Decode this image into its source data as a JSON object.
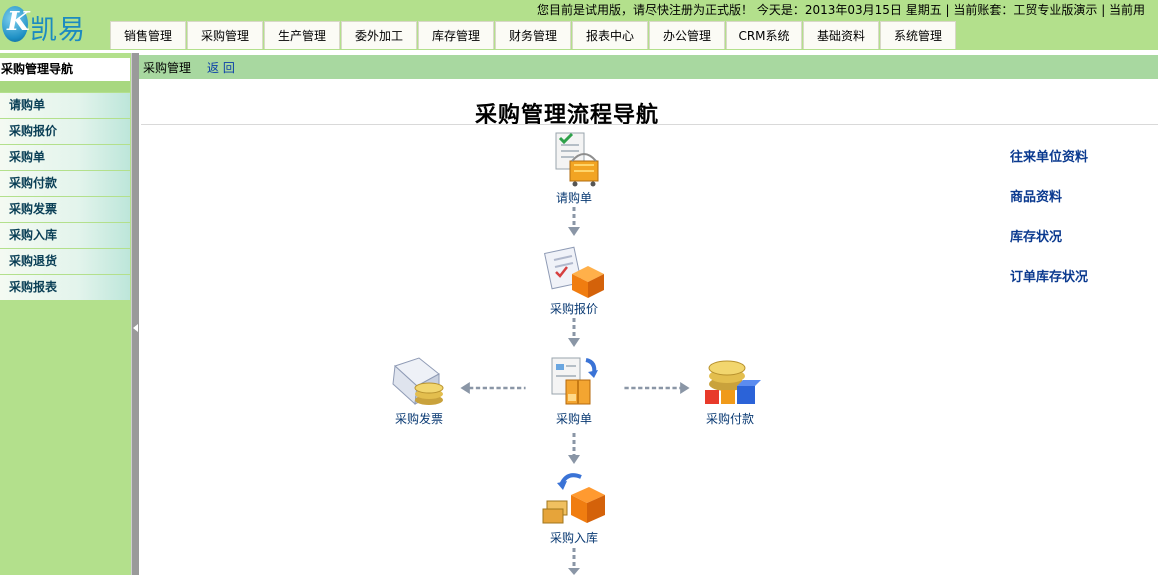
{
  "app": {
    "logo_letter": "K",
    "logo_text": "凯易通",
    "status_line": "您目前是试用版，请尽快注册为正式版！ 今天是：2013年03月15日  星期五   | 当前账套：工贸专业版演示  | 当前用"
  },
  "nav": {
    "tabs": [
      "销售管理",
      "采购管理",
      "生产管理",
      "委外加工",
      "库存管理",
      "财务管理",
      "报表中心",
      "办公管理",
      "CRM系统",
      "基础资料",
      "系统管理"
    ]
  },
  "sidebar": {
    "title": "采购管理导航",
    "items": [
      "请购单",
      "采购报价",
      "采购单",
      "采购付款",
      "采购发票",
      "采购入库",
      "采购退货",
      "采购报表"
    ]
  },
  "breadcrumb": {
    "current": "采购管理",
    "back": "返 回"
  },
  "main": {
    "title": "采购管理流程导航",
    "flow": {
      "requisition": "请购单",
      "quotation": "采购报价",
      "order": "采购单",
      "invoice": "采购发票",
      "payment": "采购付款",
      "inbound": "采购入库"
    },
    "quick_links": [
      "往来单位资料",
      "商品资料",
      "库存状况",
      "订单库存状况"
    ]
  },
  "colors": {
    "header_bg": "#b3e08c",
    "breadcrumb_bg": "#a8d8a0",
    "link_blue": "#0b3a8f",
    "flow_label": "#0a3a73"
  }
}
